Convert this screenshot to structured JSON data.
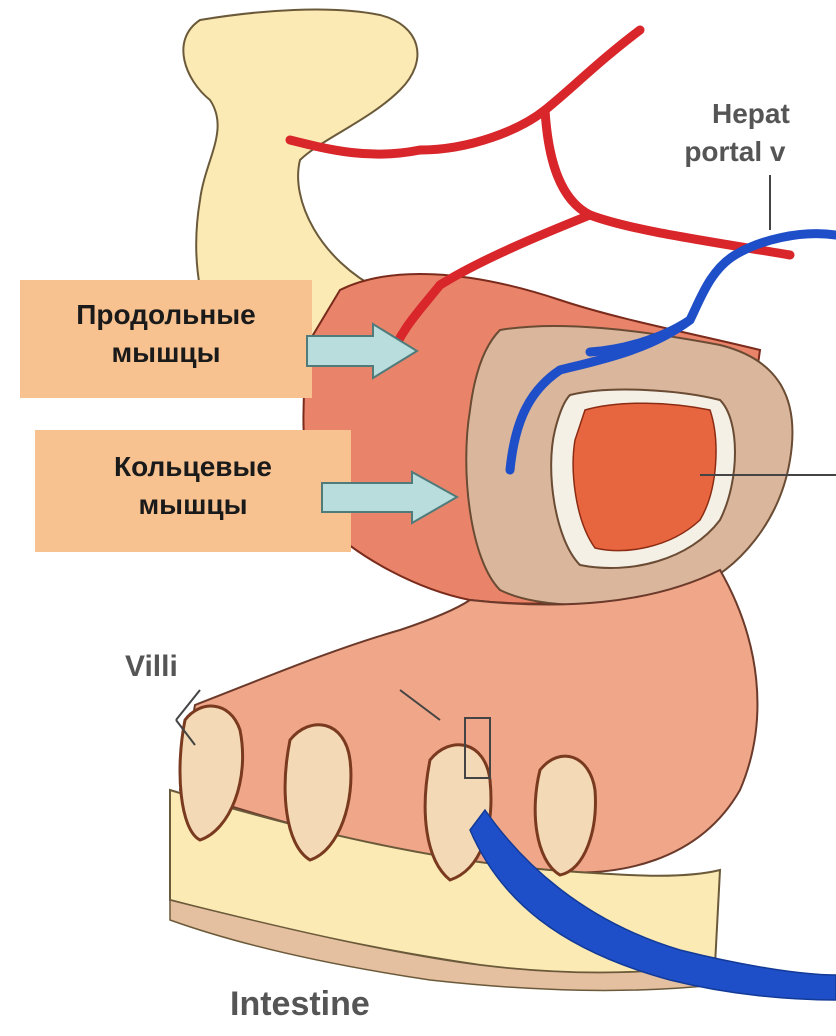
{
  "labels": {
    "longitudinal": [
      "Продольные",
      "мышцы"
    ],
    "circular": [
      "Кольцевые",
      "мышцы"
    ],
    "hepatic_portal": [
      "Hepat",
      "portal v"
    ],
    "villi": "Villi",
    "intestine": "Intestine"
  },
  "colors": {
    "callout_bg": "#f7c290",
    "arrow_fill": "#b9dcdc",
    "artery": "#d8262a",
    "vein": "#1f4fc8",
    "stomach": "#fbeab4",
    "muscle": "#e9846a",
    "inner_muscle": "#e8663f",
    "submucosa": "#d9b69c"
  }
}
